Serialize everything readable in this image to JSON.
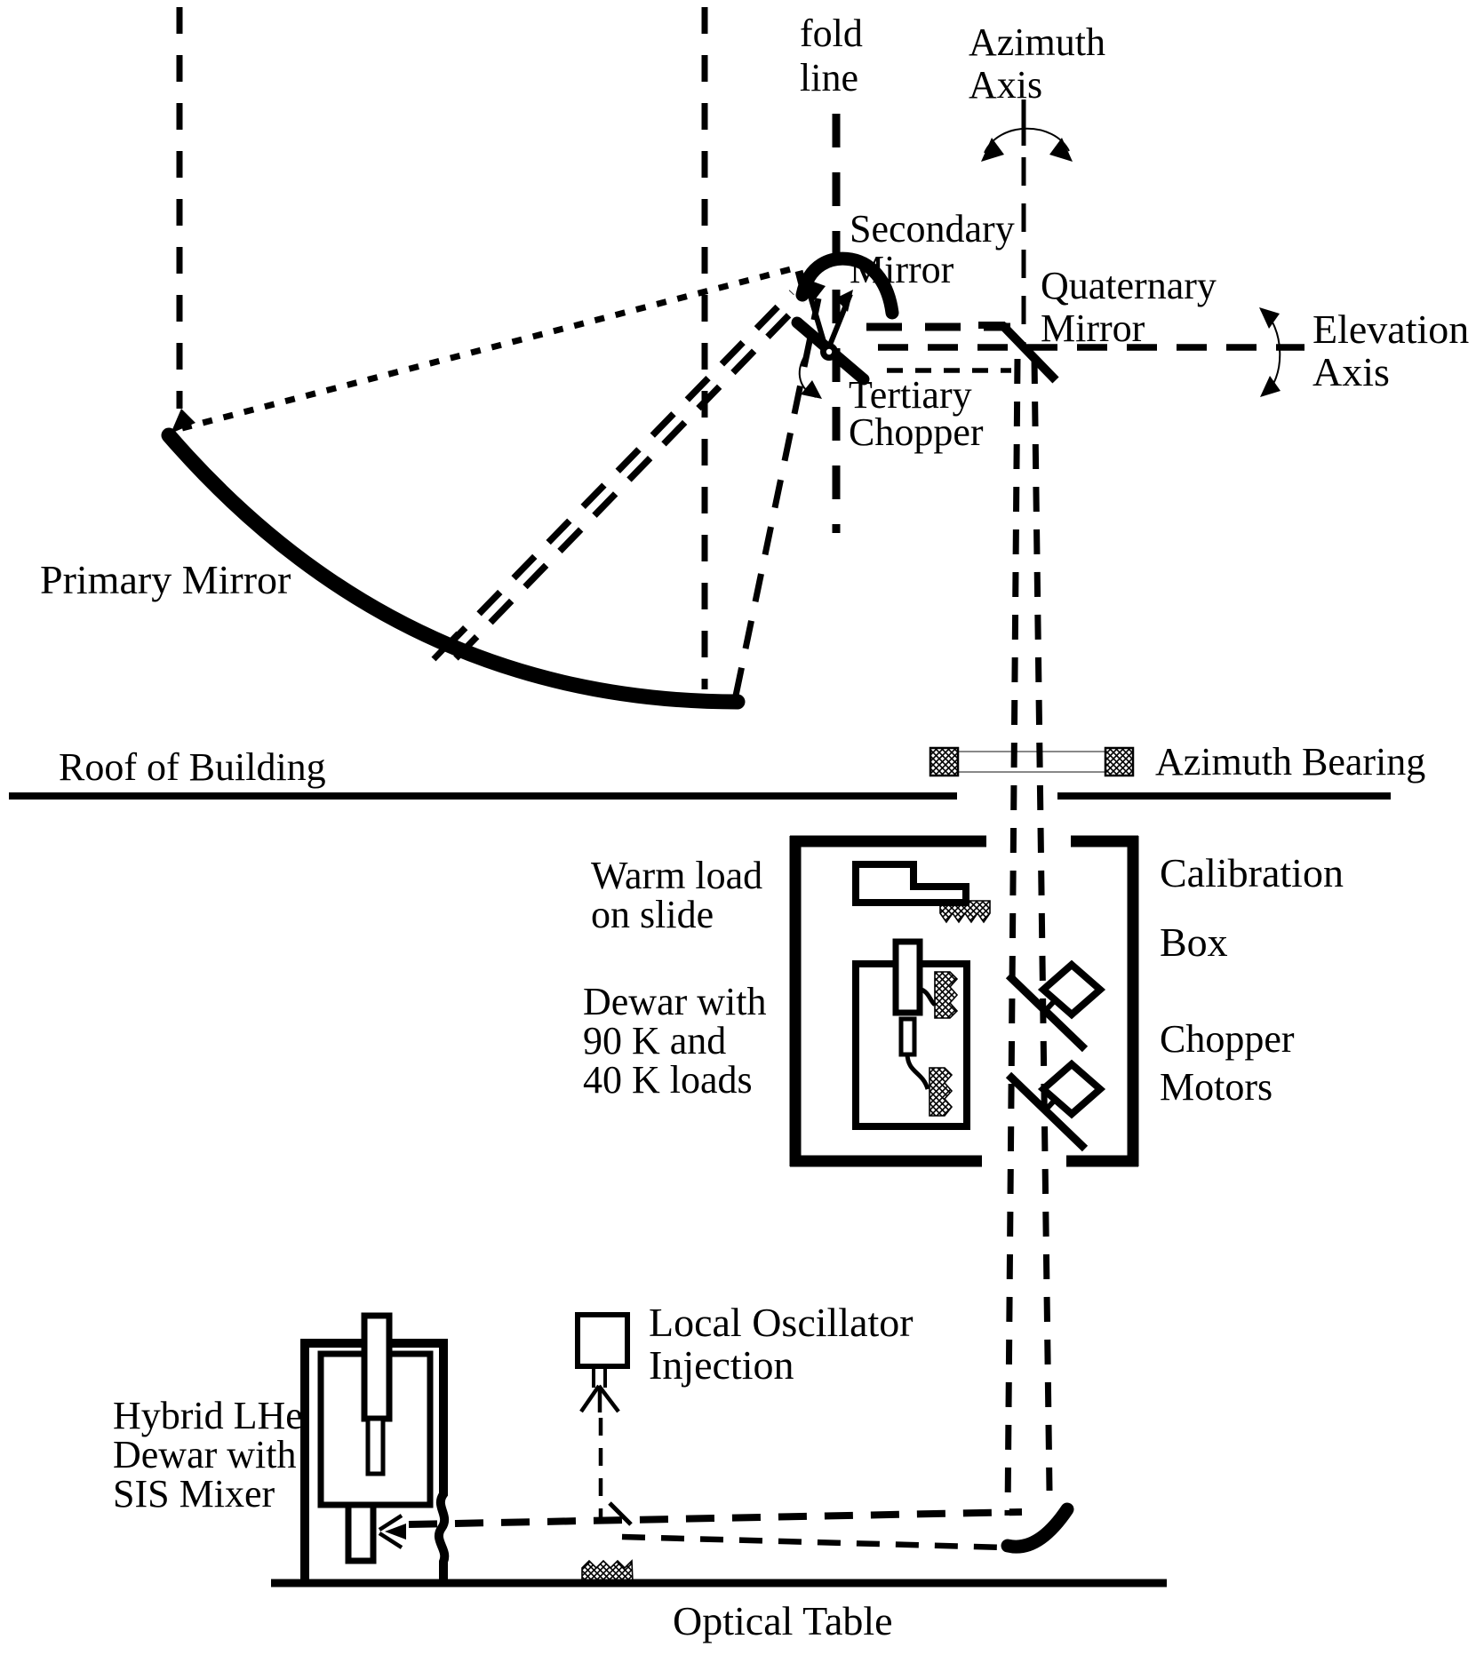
{
  "labels": {
    "fold_line": [
      "fold",
      "line"
    ],
    "azimuth_axis": [
      "Azimuth",
      "Axis"
    ],
    "secondary_mirror": [
      "Secondary",
      "Mirror"
    ],
    "quaternary_mirror": [
      "Quaternary",
      "Mirror"
    ],
    "tertiary_chopper": [
      "Tertiary",
      "Chopper"
    ],
    "elevation_axis": [
      "Elevation",
      "Axis"
    ],
    "primary_mirror": "Primary Mirror",
    "roof_of_building": "Roof of Building",
    "azimuth_bearing": "Azimuth Bearing",
    "calibration_box": [
      "Calibration",
      "Box"
    ],
    "warm_load": [
      "Warm load",
      "on slide"
    ],
    "dewar_loads": [
      "Dewar with",
      "90 K and",
      "40 K loads"
    ],
    "chopper_motors": [
      "Chopper",
      "Motors"
    ],
    "hybrid_dewar": [
      "Hybrid LHe",
      "Dewar with",
      "SIS Mixer"
    ],
    "local_oscillator": [
      "Local Oscillator",
      "Injection"
    ],
    "optical_table": "Optical Table"
  },
  "colors": {
    "ink": "#000000",
    "background": "#ffffff",
    "bearing_race": "#888888"
  }
}
